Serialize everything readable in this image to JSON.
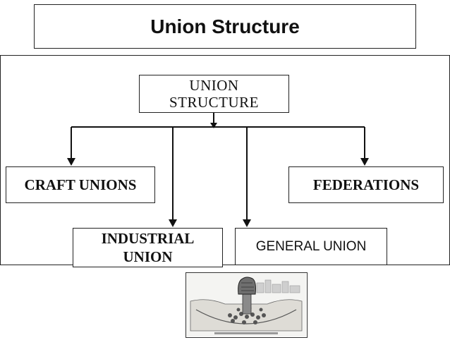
{
  "title": "Union Structure",
  "diagram": {
    "root": {
      "line1": "UNION",
      "line2": "STRUCTURE"
    },
    "children": {
      "craft": "CRAFT UNIONS",
      "industrial": {
        "line1": "INDUSTRIAL",
        "line2": "UNION"
      },
      "general": "GENERAL UNION",
      "federations": "FEDERATIONS"
    }
  },
  "colors": {
    "line": "#111111",
    "border": "#222222"
  },
  "image": {
    "description_icon": "raised-fist-illustration"
  }
}
